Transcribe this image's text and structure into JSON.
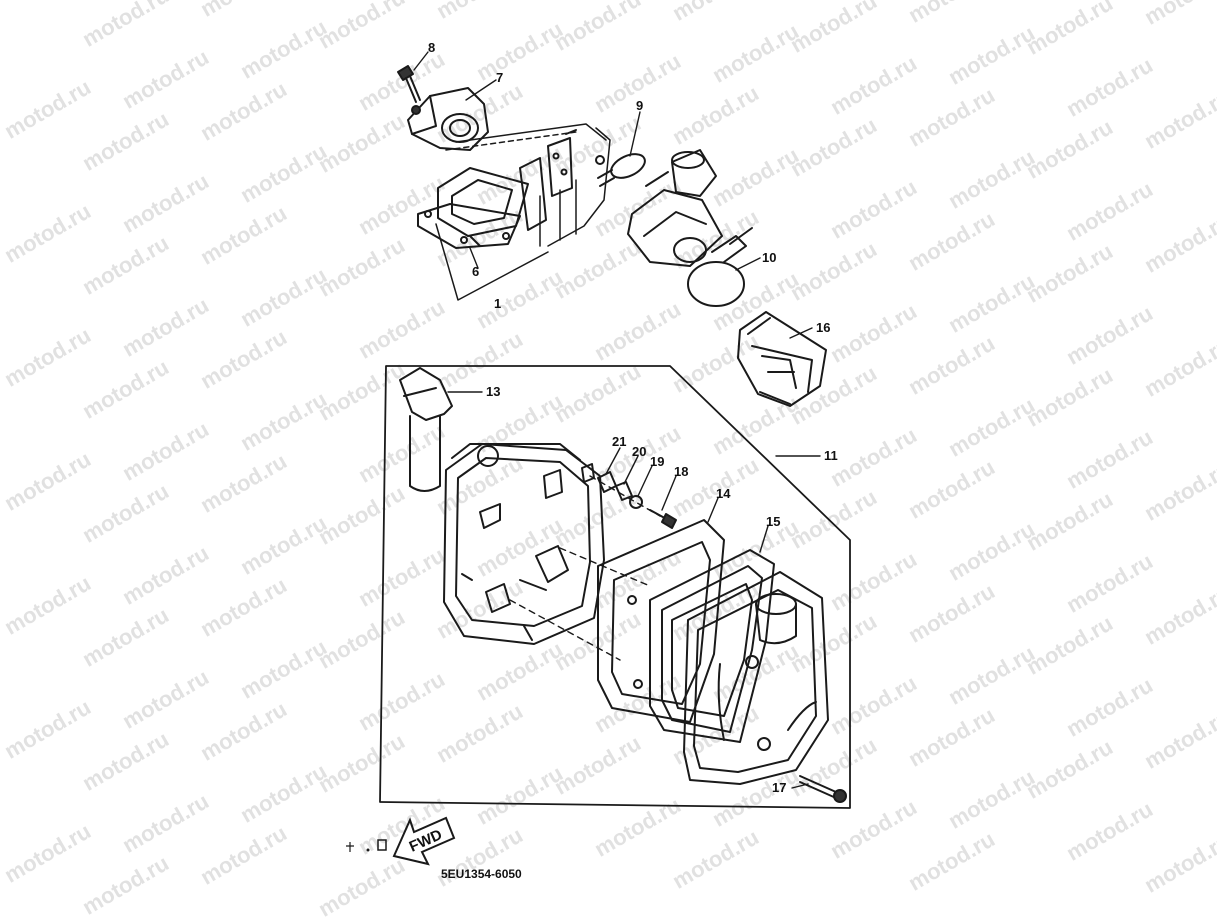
{
  "watermark_text": "motod.ru",
  "part_code": "5EU1354-6050",
  "fwd_label": "FWD",
  "callouts": [
    "1",
    "6",
    "7",
    "8",
    "9",
    "10",
    "11",
    "13",
    "14",
    "15",
    "16",
    "17",
    "18",
    "19",
    "20",
    "21"
  ]
}
